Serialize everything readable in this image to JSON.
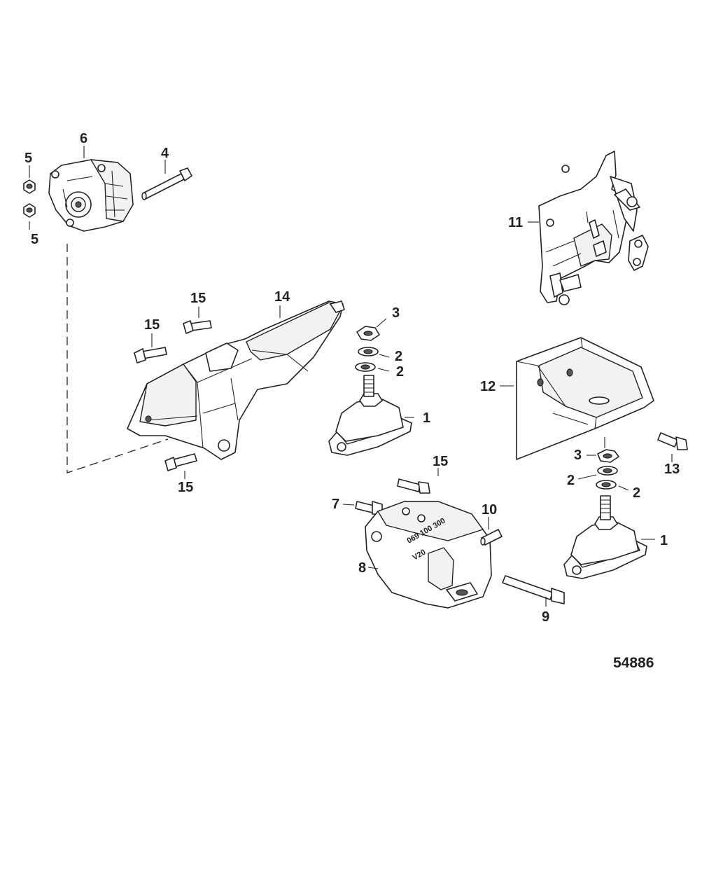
{
  "figure": {
    "number": "54886"
  },
  "callouts": [
    "1",
    "1",
    "2",
    "2",
    "2",
    "2",
    "3",
    "3",
    "4",
    "5",
    "5",
    "6",
    "7",
    "8",
    "9",
    "10",
    "11",
    "12",
    "13",
    "14",
    "15",
    "15",
    "15",
    "15"
  ],
  "stamp_text": {
    "line1": "069 100 300",
    "line2": "V20"
  }
}
